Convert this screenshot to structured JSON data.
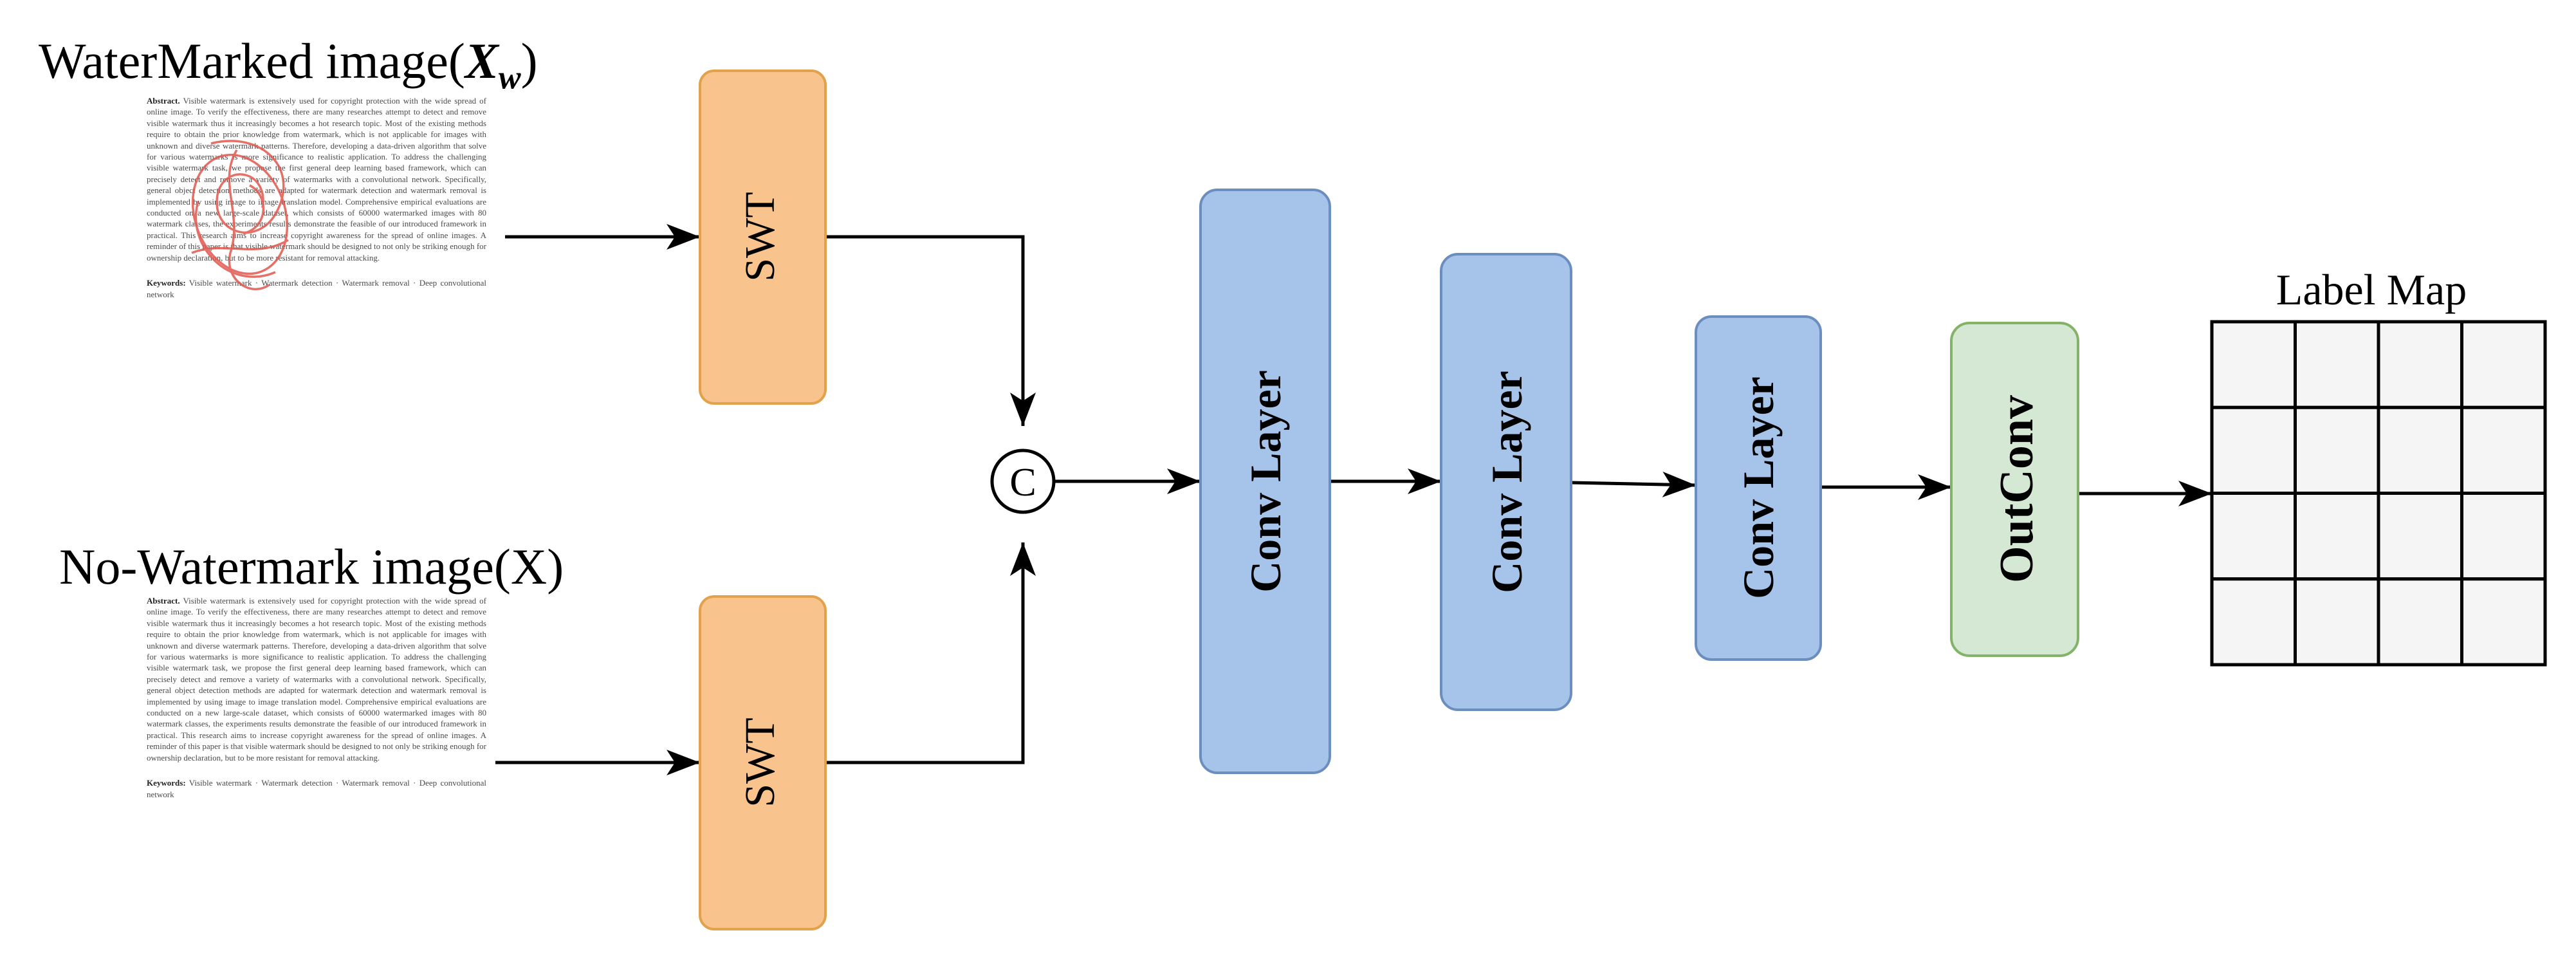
{
  "inputs": {
    "watermarked_title": "WaterMarked image(",
    "watermarked_symbol_main": "X",
    "watermarked_symbol_sub": "w",
    "watermarked_title_close": ")",
    "clean_title": "No-Watermark image(X)"
  },
  "document": {
    "abstract_label": "Abstract.",
    "abstract_text": "Visible watermark is extensively used for copyright protection with the wide spread of online image. To verify the effectiveness, there are many researches attempt to detect and remove visible watermark thus it increasingly becomes a hot research topic. Most of the existing methods require to obtain the prior knowledge from watermark, which is not applicable for images with unknown and diverse watermark patterns. Therefore, developing a data-driven algorithm that solve for various watermarks is more significance to realistic application. To address the challenging visible watermark task, we propose the first general deep learning based framework, which can precisely detect and remove a variety of watermarks with a convolutional network. Specifically, general object detection methods are adapted for watermark detection and watermark removal is implemented by using image to image translation model. Comprehensive empirical evaluations are conducted on a new large-scale dataset, which consists of 60000 watermarked images with 80 watermark classes, the experiments results demonstrate the feasible of our introduced framework in practical. This research aims to increase copyright awareness for the spread of online images. A reminder of this paper is that visible watermark should be designed to not only be striking enough for ownership declaration, but to be more resistant for removal attacking.",
    "keywords_label": "Keywords:",
    "keywords_text": "Visible watermark · Watermark detection · Watermark removal · Deep convolutional network"
  },
  "blocks": {
    "swt_top": "SWT",
    "swt_bottom": "SWT",
    "concat": "C",
    "conv1": "Conv Layer",
    "conv2": "Conv Layer",
    "conv3": "Conv Layer",
    "outconv": "OutConv",
    "label_map": "Label Map"
  },
  "label_map_grid": {
    "rows": 4,
    "cols": 4
  },
  "colors": {
    "swt_fill": "#f9c38d",
    "swt_stroke": "#e2a24c",
    "conv_fill": "#a6c3ea",
    "conv_stroke": "#6c8ebf",
    "outconv_fill": "#d5e8d4",
    "outconv_stroke": "#82b366",
    "grid_fill": "#f5f5f5",
    "watermark": "#e0584e",
    "line": "#000000"
  }
}
